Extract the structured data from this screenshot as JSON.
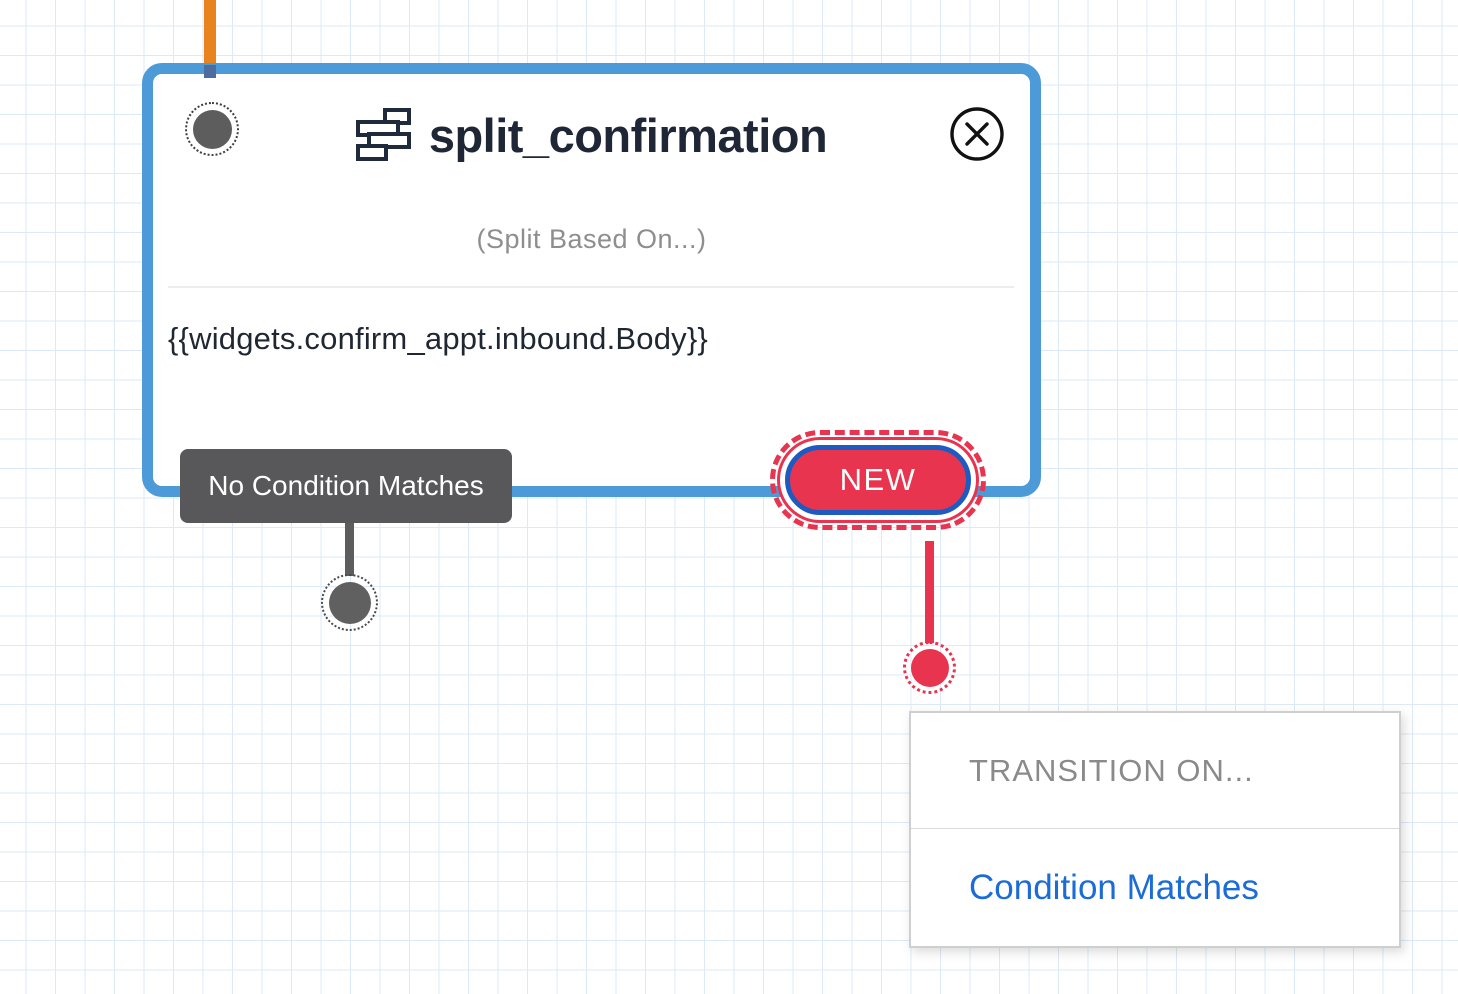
{
  "widget": {
    "title": "split_confirmation",
    "subtitle": "(Split Based On...)",
    "body_expression": "{{widgets.confirm_appt.inbound.Body}}"
  },
  "connectors": {
    "no_match_label": "No Condition Matches",
    "new_button_label": "NEW"
  },
  "transition_menu": {
    "header": "TRANSITION ON...",
    "items": [
      {
        "label": "Condition Matches"
      }
    ]
  },
  "colors": {
    "grid_line": "#dce9f9",
    "canvas_bg": "#ffffff",
    "card_border": "#4c9ad8",
    "title_text": "#1f2736",
    "muted_text": "#8e8e8e",
    "body_text": "#1f2733",
    "gray_connector": "#58585a",
    "red_accent": "#e8344e",
    "blue_ring": "#1e5bc1",
    "orange_line": "#e8831d",
    "menu_link": "#1b6cd6",
    "menu_header": "#8a8a8a",
    "panel_border": "#cfcfcf"
  }
}
